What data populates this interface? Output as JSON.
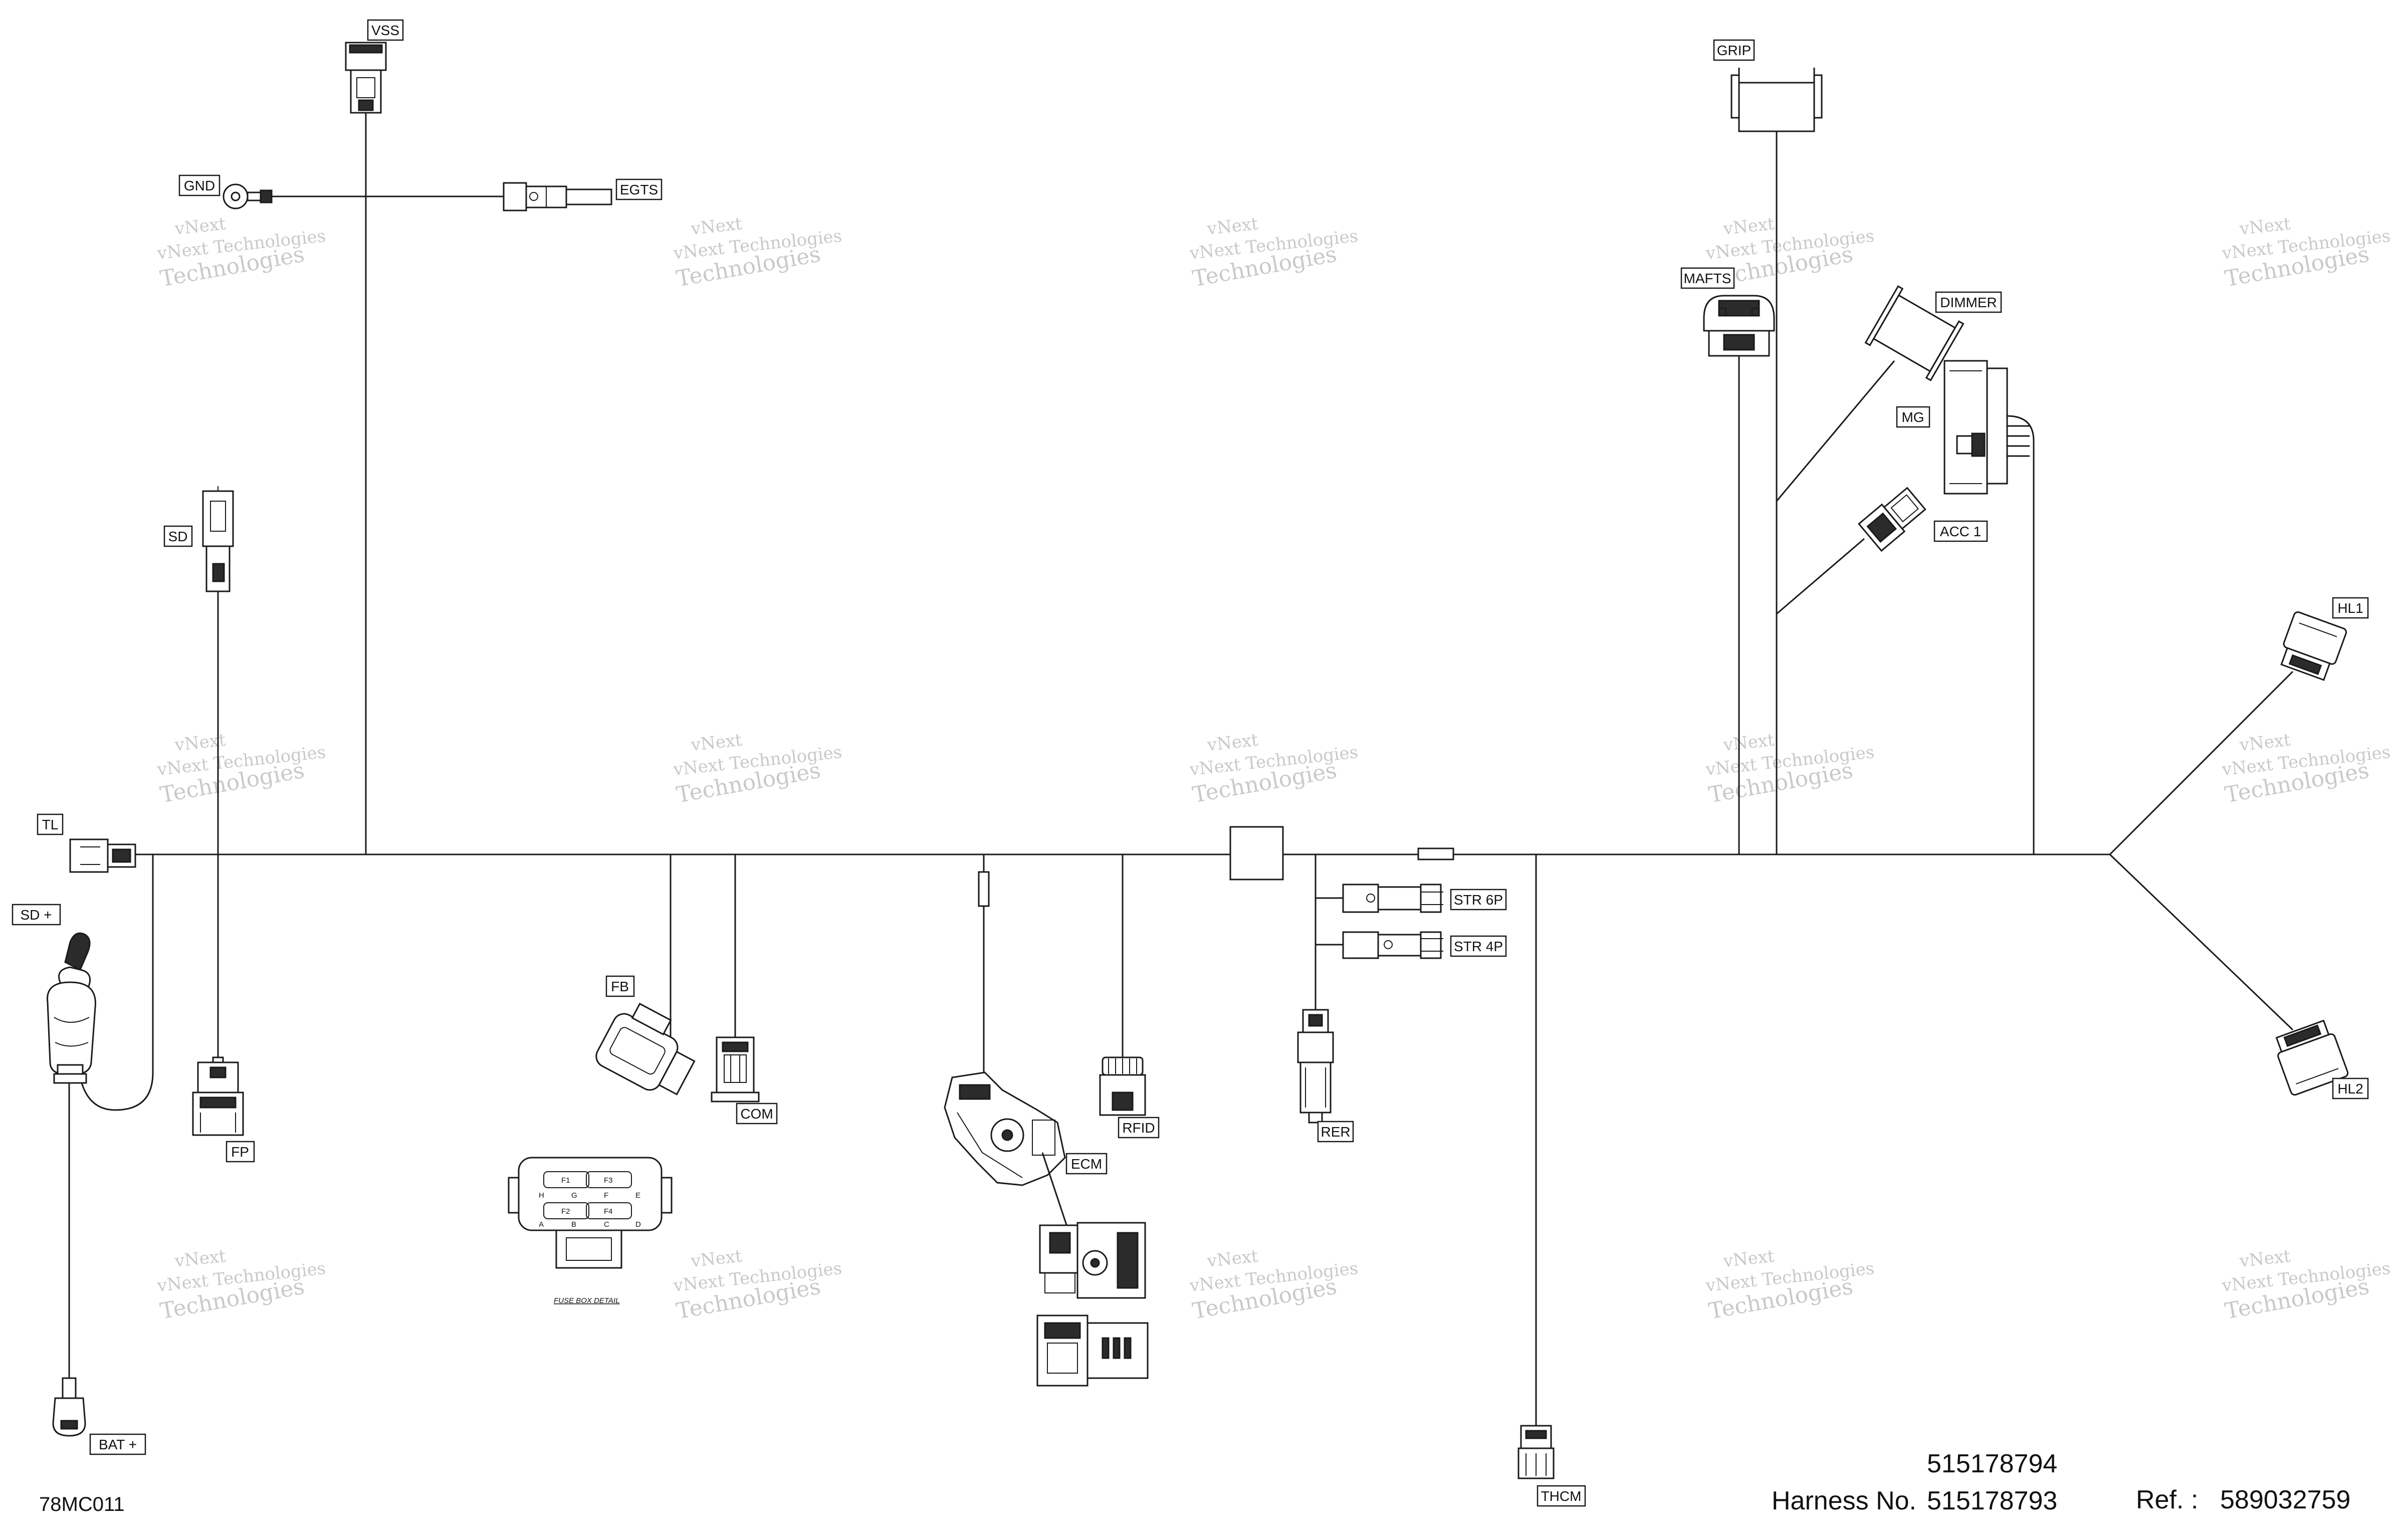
{
  "labels": {
    "vss": "VSS",
    "gnd": "GND",
    "egts": "EGTS",
    "sd": "SD",
    "tl": "TL",
    "sd_plus": "SD +",
    "bat_plus": "BAT +",
    "fp": "FP",
    "fb": "FB",
    "com": "COM",
    "ecm": "ECM",
    "rfid": "RFID",
    "rer": "RER",
    "str6p": "STR 6P",
    "str4p": "STR 4P",
    "thcm": "THCM",
    "grip": "GRIP",
    "mafts": "MAFTS",
    "dimmer": "DIMMER",
    "mg": "MG",
    "acc1": "ACC 1",
    "hl1": "HL1",
    "hl2": "HL2"
  },
  "fuse_box": {
    "caption": "FUSE BOX DETAIL",
    "fuses": [
      "F1",
      "F3",
      "F2",
      "F4"
    ],
    "pins": [
      "H",
      "G",
      "F",
      "E",
      "A",
      "B",
      "C",
      "D"
    ]
  },
  "watermark": {
    "line1": "vNext Technologies",
    "line2": "vNext",
    "line3": "Technologies"
  },
  "footer": {
    "drawing_code": "78MC011",
    "part_number": "515178794",
    "harness_label": "Harness No.",
    "harness_number": "515178793",
    "ref_label": "Ref. :",
    "ref_number": "589032759"
  }
}
